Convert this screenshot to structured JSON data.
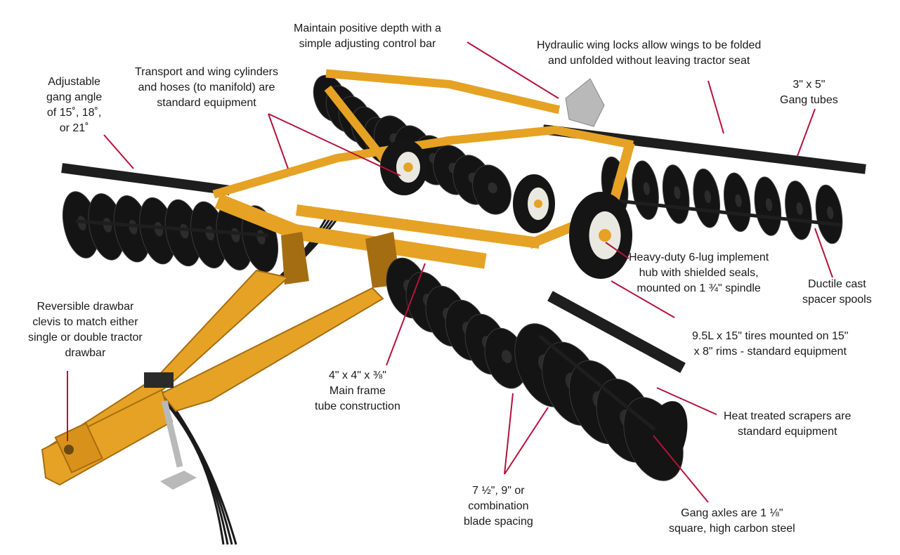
{
  "colors": {
    "frame": "#e6a224",
    "frame_dark": "#a56d12",
    "blade": "#141414",
    "tube": "#1e1e1e",
    "leader": "#b5123a",
    "hose": "#1b1b1b",
    "wheel_rim": "#e9e9e2",
    "steel": "#b9b9b9"
  },
  "callouts": [
    {
      "id": "gang-angle",
      "lines": [
        "Adjustable",
        "gang angle",
        "of 15˚, 18˚,",
        "or 21˚"
      ]
    },
    {
      "id": "cylinders",
      "lines": [
        "Transport and wing cylinders",
        "and hoses (to manifold) are",
        "standard equipment"
      ]
    },
    {
      "id": "depth-bar",
      "lines": [
        "Maintain positive depth with a",
        "simple adjusting control bar"
      ]
    },
    {
      "id": "wing-locks",
      "lines": [
        "Hydraulic wing locks allow wings to be folded",
        "and unfolded without leaving tractor seat"
      ]
    },
    {
      "id": "gang-tubes",
      "lines": [
        "3\" x 5\"",
        "Gang tubes"
      ]
    },
    {
      "id": "hub",
      "lines": [
        "Heavy-duty 6-lug implement",
        "hub with shielded seals,",
        "mounted on 1 ¾\" spindle"
      ]
    },
    {
      "id": "spacer-spools",
      "lines": [
        "Ductile cast",
        "spacer spools"
      ]
    },
    {
      "id": "drawbar",
      "lines": [
        "Reversible drawbar",
        "clevis to match either",
        "single or double tractor",
        "drawbar"
      ]
    },
    {
      "id": "tires",
      "lines": [
        "9.5L x 15\" tires mounted on 15\"",
        "x 8\" rims - standard equipment"
      ]
    },
    {
      "id": "main-frame",
      "lines": [
        "4\" x 4\" x ⅜\"",
        "Main frame",
        "tube construction"
      ]
    },
    {
      "id": "scrapers",
      "lines": [
        "Heat treated scrapers are",
        "standard equipment"
      ]
    },
    {
      "id": "blade-spacing",
      "lines": [
        "7 ½\", 9\" or",
        "combination",
        "blade spacing"
      ]
    },
    {
      "id": "gang-axles",
      "lines": [
        "Gang axles are 1 ⅛\"",
        "square, high carbon steel"
      ]
    }
  ]
}
